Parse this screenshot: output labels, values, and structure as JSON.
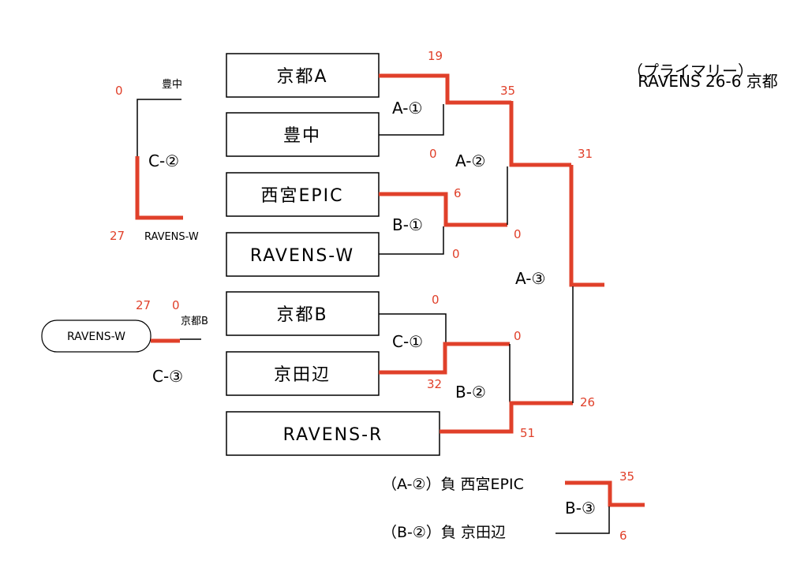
{
  "teams": {
    "kyoto_a": "京都A",
    "toyonaka": "豊中",
    "nishinomiya": "西宮EPIC",
    "ravens_w": "RAVENS-W",
    "kyoto_b": "京都B",
    "kyotanabe": "京田辺",
    "ravens_r": "RAVENS-R"
  },
  "matches": {
    "a1": "A-①",
    "a2": "A-②",
    "a3": "A-③",
    "b1": "B-①",
    "b2": "B-②",
    "b3": "B-③",
    "c1": "C-①",
    "c2": "C-②",
    "c3": "C-③"
  },
  "scores": {
    "a1_kyoto_a": "19",
    "a1_toyonaka": "0",
    "b1_nishinomiya": "6",
    "b1_ravens_w": "0",
    "a2_top": "35",
    "a2_bottom": "0",
    "c1_kyoto_b": "0",
    "c1_kyotanabe": "32",
    "b2_top": "0",
    "b2_ravens_r": "51",
    "a3_top": "31",
    "a3_bottom": "26",
    "c2_toyonaka": "0",
    "c2_ravens_w": "27",
    "c3_ravens_w": "27",
    "c3_kyoto_b": "0",
    "b3_top": "35",
    "b3_bottom": "6"
  },
  "side": {
    "c2_top_team": "豊中",
    "c2_bottom_team": "RAVENS-W",
    "c3_pill_team": "RAVENS-W",
    "c3_team": "京都B"
  },
  "primary": {
    "line1": "（プライマリー）",
    "line2": "RAVENS 26-6 京都"
  },
  "consolation": {
    "line1": "（A-②）負  西宮EPIC",
    "line2": "（B-②）負    京田辺"
  }
}
